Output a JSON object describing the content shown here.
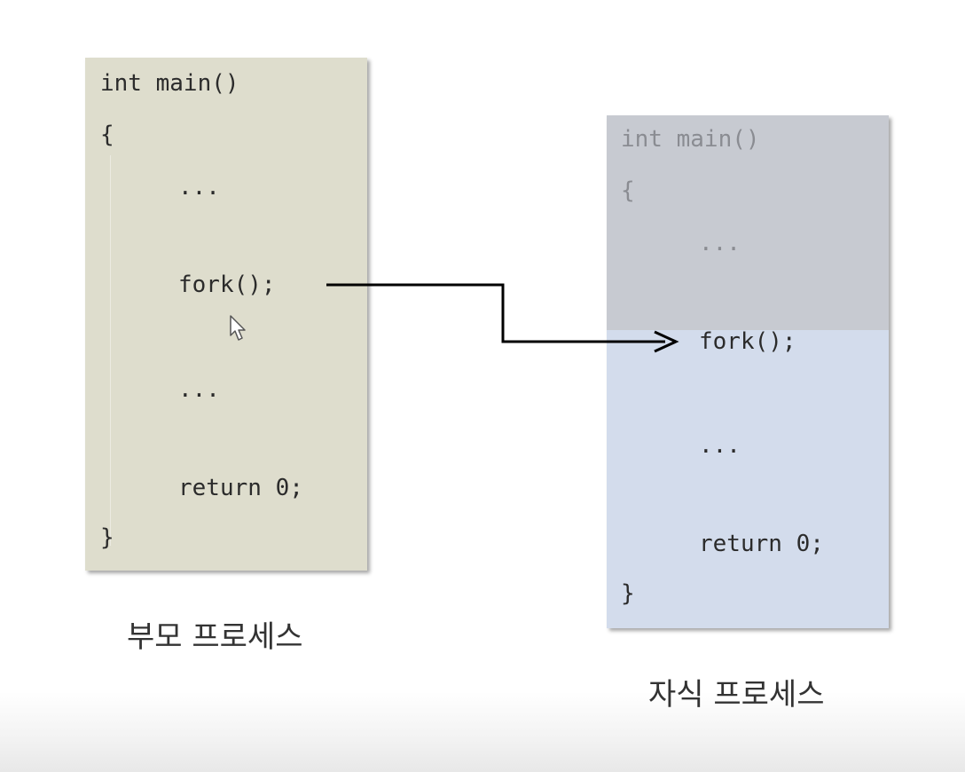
{
  "parent": {
    "lines": {
      "l1": "int main()",
      "l2": "{",
      "l3": "...",
      "l4": "fork();",
      "l5": "...",
      "l6": "return 0;",
      "l7": "}"
    },
    "caption": "부모 프로세스"
  },
  "child": {
    "lines": {
      "l1": "int main()",
      "l2": "{",
      "l3": "...",
      "l4": "fork();",
      "l5": "...",
      "l6": "return 0;",
      "l7": "}"
    },
    "caption": "자식 프로세스"
  },
  "colors": {
    "parent_bg": "#deddcd",
    "child_bg": "#d3dcec",
    "child_overlay": "#c6c8ce",
    "arrow": "#000000"
  },
  "icons": {
    "cursor": "mouse-pointer-icon",
    "arrow": "arrow-right-icon"
  }
}
